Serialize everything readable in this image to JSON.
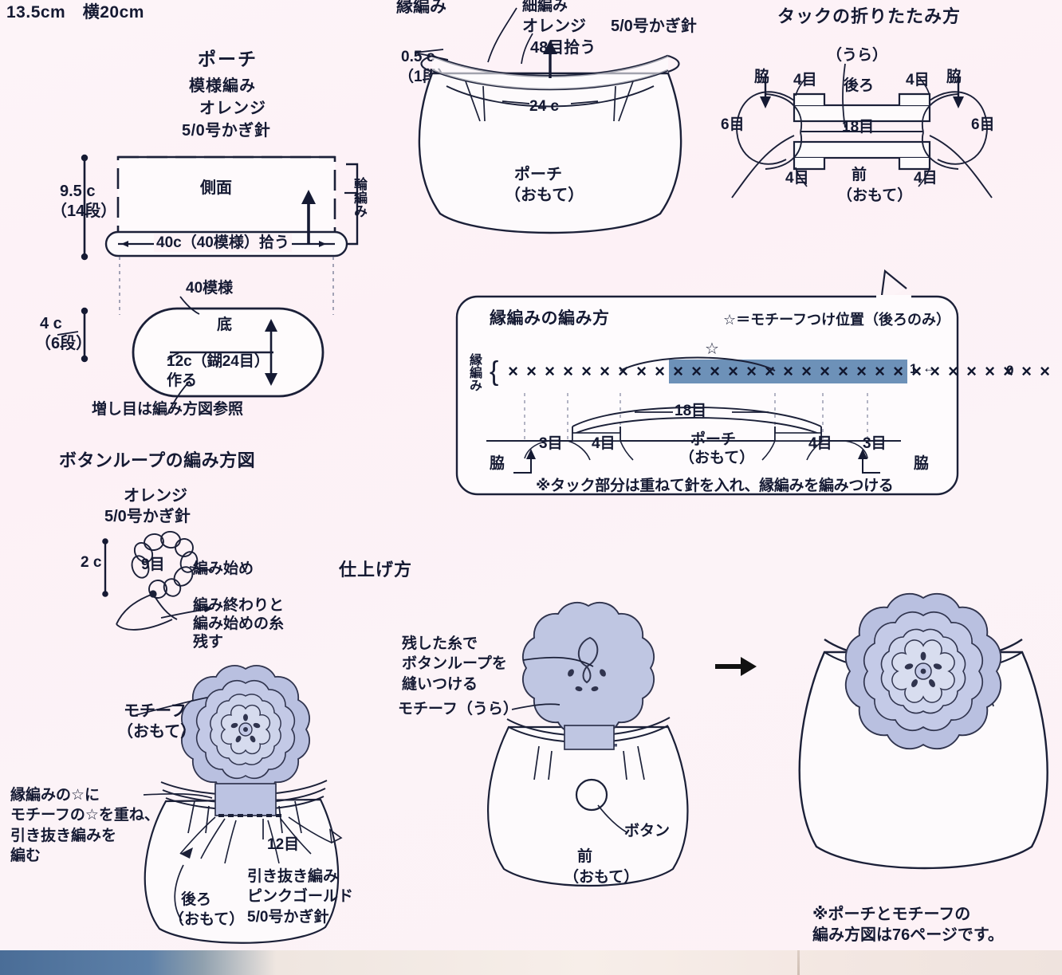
{
  "page": {
    "header": "13.5cm　横20cm",
    "footnote": "※ポーチとモチーフの\n編み方図は76ページです。",
    "colors": {
      "background": "#fdf2f7",
      "ink": "#151a33",
      "motif_fill": "#b9c0e0",
      "motif_fill_light": "#ccd2ec",
      "highlight_band": "#6d91b8",
      "line": "#2b2f44"
    }
  },
  "pouch_schematic": {
    "title": "ポーチ",
    "sub1": "模様編み",
    "sub2": "オレンジ",
    "sub3": "5/0号かぎ針",
    "height_label": "9.5 c",
    "height_rows": "（14段）",
    "side_label": "側面",
    "ring_label": "輪編み",
    "pickup_label": "40c（40模様）拾う",
    "base_height": "4 c",
    "base_rows": "（6段）",
    "pattern_count": "40模様",
    "base_label": "底",
    "chain_label": "12c（鍸24目）",
    "chain_label2": "作る",
    "increase_note": "増し目は編み方図参照"
  },
  "pouch_top": {
    "edge_title": "縁編み",
    "sc_title": "細編み",
    "color": "オレンジ",
    "hook": "5/0号かぎ針",
    "pickup": "48目拾う",
    "edge_height": "0.5 c",
    "edge_rows": "（1段）",
    "width": "24 c",
    "name": "ポーチ",
    "side": "（おもて）"
  },
  "tuck_diagram": {
    "title": "タックの折りたたみ方",
    "ura": "（うら）",
    "back": "後ろ",
    "front": "前",
    "front_side": "（おもて）",
    "center": "18目",
    "side_left": "脇",
    "side_right": "脇",
    "six_left": "6目",
    "six_right": "6目",
    "four_tl": "4目",
    "four_tr": "4目",
    "four_bl": "4目",
    "four_br": "4目"
  },
  "edge_box": {
    "title": "縁編みの編み方",
    "legend": "☆＝モチーフつけ位置（後ろのみ）",
    "row_label": "縁編み",
    "star": "☆",
    "center_stitches": "18目",
    "pouch": "ポーチ",
    "pouch_side": "（おもて）",
    "three_left": "3目",
    "four_left": "4目",
    "four_right": "4目",
    "three_right": "3目",
    "waki_left": "脇",
    "waki_right": "脇",
    "row_number": "1",
    "zero_marker": "0",
    "note": "※タック部分は重ねて針を入れ、縁編みを編みつける",
    "stitch_symbol": "×",
    "stitches_before": 9,
    "stitches_highlighted": 13,
    "stitches_after": 8
  },
  "button_loop": {
    "title": "ボタンループの編み方図",
    "color": "オレンジ",
    "hook": "5/0号かぎ針",
    "length": "2 c",
    "stitches": "9目",
    "start": "編み始め",
    "end_note": "編み終わりと\n編み始めの糸\n残す"
  },
  "finishing": {
    "title": "仕上げ方",
    "step1": {
      "motif_label": "モチーフ",
      "motif_side": "（おもて）",
      "instruction": "縁編みの☆に\nモチーフの☆を重ね、\n引き抜き編みを\n編む",
      "stitches": "12目",
      "slip_stitch": "引き抜き編み",
      "yarn_color": "ピンクゴールド",
      "hook": "5/0号かぎ針",
      "back_label": "後ろ",
      "back_side": "（おもて）"
    },
    "step2": {
      "sew_note": "残した糸で\nボタンループを\n縫いつける",
      "motif_back": "モチーフ（うら）",
      "button": "ボタン",
      "front_label": "前",
      "front_side": "（おもて）"
    },
    "arrow": "→"
  }
}
